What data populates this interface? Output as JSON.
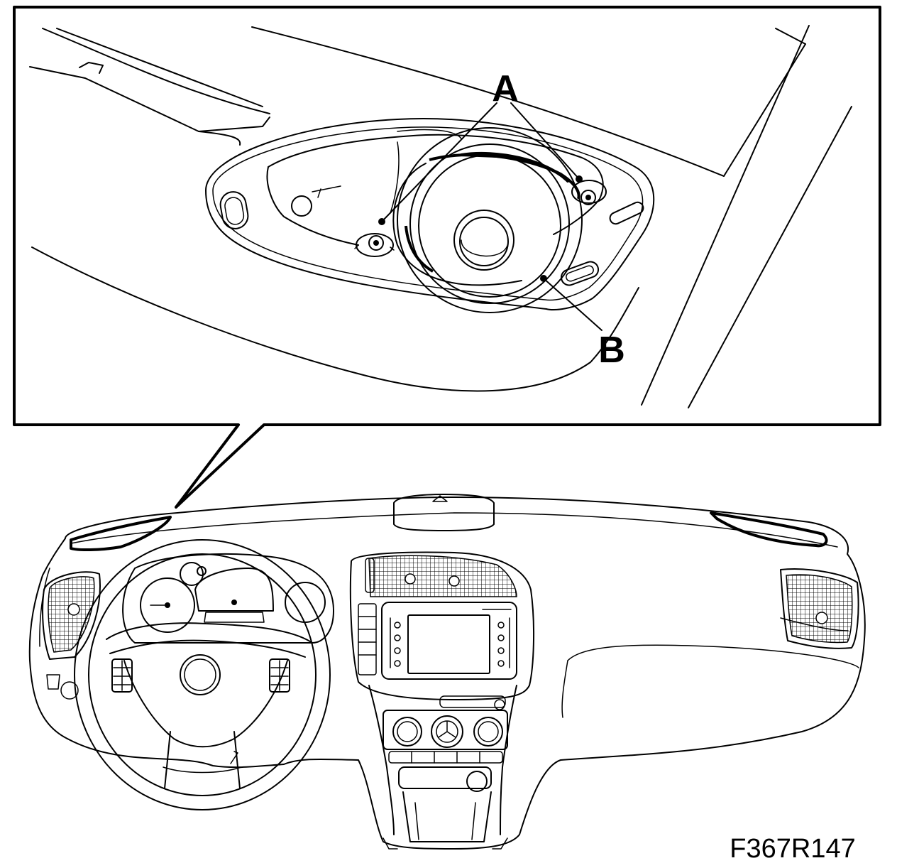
{
  "callouts": {
    "a": "A",
    "b": "B"
  },
  "figure_id": "F367R147"
}
